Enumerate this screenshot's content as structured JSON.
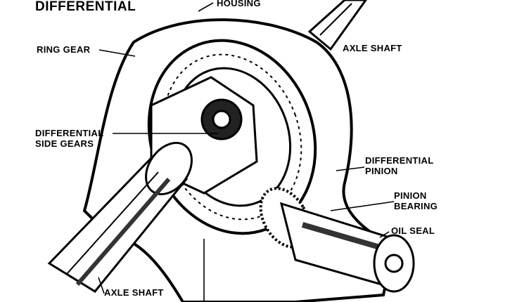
{
  "title": "DIFFERENTIAL",
  "labels": {
    "housing": "HOUSING",
    "ring_gear": "RING GEAR",
    "axle_shaft_top": "AXLE SHAFT",
    "side_gears_line1": "DIFFERENTIAL",
    "side_gears_line2": "SIDE GEARS",
    "pinion_line1": "DIFFERENTIAL",
    "pinion_line2": "PINION",
    "pinion_bearing_line1": "PINION",
    "pinion_bearing_line2": "BEARING",
    "oil_seal": "OIL SEAL",
    "axle_shaft_bottom": "AXLE SHAFT"
  }
}
